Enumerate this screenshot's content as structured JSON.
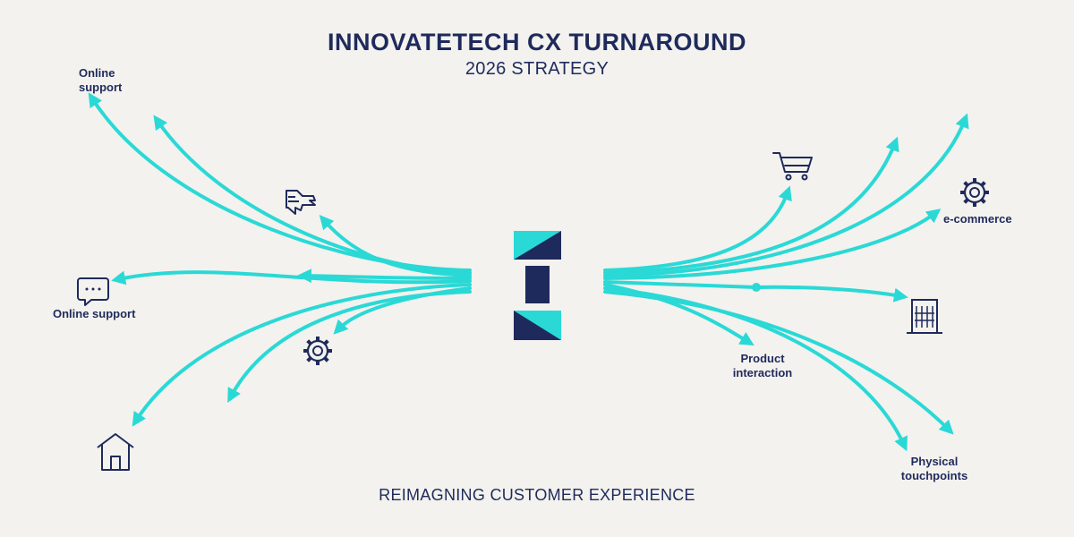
{
  "header": {
    "title": "INNOVATETECH CX TURNAROUND",
    "subtitle": "2026 STRATEGY"
  },
  "footer": {
    "tagline": "REIMAGNING CUSTOMER EXPERIENCE"
  },
  "labels": {
    "online_support_top": "Online\nsupport",
    "online_support_left": "Online support",
    "ecommerce": "e-commerce",
    "product_interaction": "Product\ninteraction",
    "physical_touchpoints": "Physical\ntouchpoints"
  },
  "icons": {
    "top_left": "message-flag-icon",
    "chat": "chat-bubble-icon",
    "left_gear": "gear-icon",
    "home": "house-icon",
    "cart": "shopping-cart-icon",
    "right_gear": "gear-icon",
    "building": "building-icon",
    "logo": "innovatetech-logo"
  },
  "colors": {
    "background": "#f3f2ee",
    "navy": "#1f2a5c",
    "teal": "#2ad9d6"
  }
}
